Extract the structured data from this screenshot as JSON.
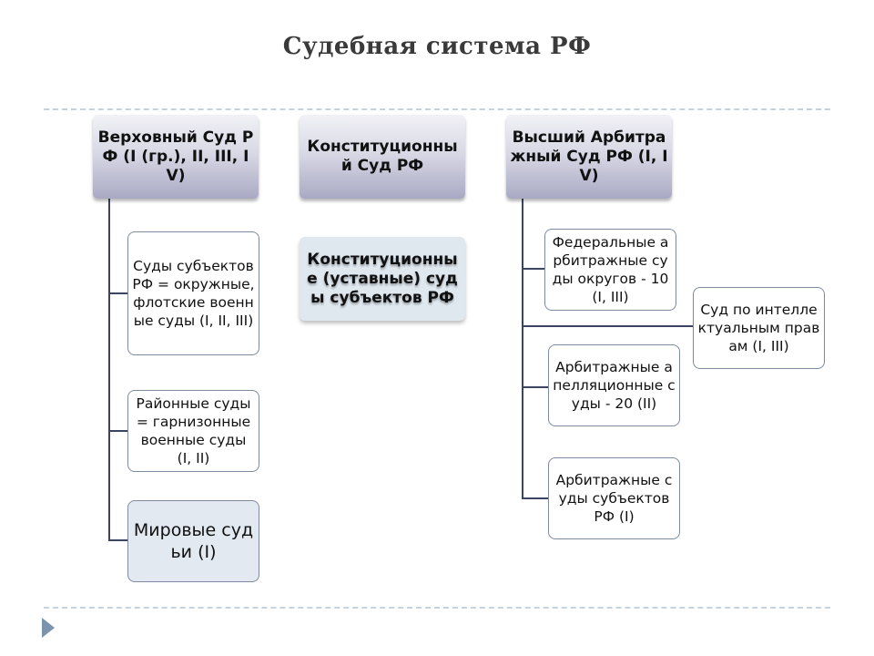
{
  "title": "Судебная система РФ",
  "columns": {
    "supreme": {
      "head": "Верховный Суд РФ (I (гр.), II, III, IV)",
      "children": [
        "Суды субъектов РФ = окружные, флотские военные суды (I, II, III)",
        "Районные суды = гарнизонные военные суды (I, II)",
        "Мировые судьи (I)"
      ]
    },
    "constitutional": {
      "head": "Конституционный Суд РФ",
      "child": "Конституционные (уставные) суды субъектов РФ"
    },
    "arbitration": {
      "head": "Высший Арбитражный Суд РФ (I, IV)",
      "children": [
        "Федеральные арбитражные суды округов - 10 (I, III)",
        "Арбитражные апелляционные суды - 20 (II)",
        "Арбитражные суды субъектов РФ (I)"
      ],
      "side": "Суд по интеллектуальным правам (I, III)"
    }
  },
  "colors": {
    "title": "#3a3a3a",
    "connector": "#3c4464",
    "box_border": "#7d8aa0",
    "nav_arrow": "#7b93ad"
  }
}
